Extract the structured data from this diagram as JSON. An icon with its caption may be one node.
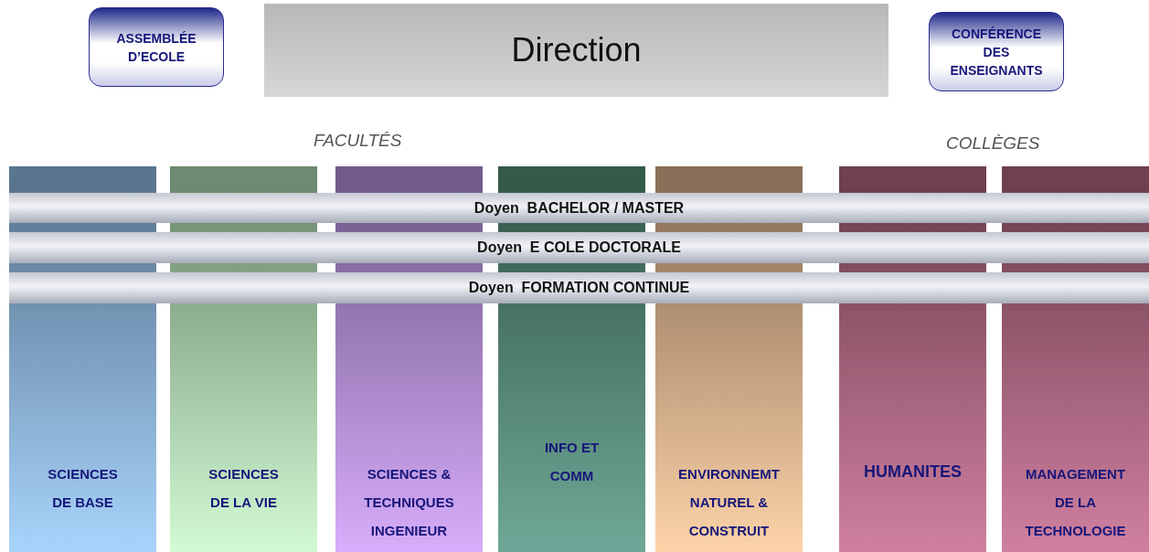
{
  "diagram": {
    "nodes": [
      {
        "text": [
          "ASSEMBLÉE D’ECOLE"
        ]
      },
      {
        "text": [
          "Direction"
        ]
      },
      {
        "text": [
          "CONFÉRENCE DES ENSEIGNANTS"
        ]
      },
      {
        "text": [
          "SCIENCES DE BASE"
        ]
      },
      {
        "text": [
          "SCIENCES DE LA VIE"
        ]
      },
      {
        "text": [
          "SCIENCES & TECHNIQUES INGENIEUR"
        ]
      },
      {
        "text": [
          "INFO ET COMM"
        ]
      },
      {
        "text": [
          "ENVIRONNEMT NATUREL & CONSTRUIT"
        ]
      },
      {
        "text": [
          "HUMANITES"
        ]
      },
      {
        "text": [
          "MANAGEMENT DE LA TECHNOLOGIE"
        ]
      },
      {
        "text": [
          "Doyen  BACHELOR / MASTER"
        ]
      },
      {
        "text": [
          "Doyen  E COLE DOCTORALE"
        ]
      },
      {
        "text": [
          "Doyen  FORMATION CONTINUE"
        ]
      }
    ],
    "labels": [
      "FACULTÉS",
      "COLLÈGES"
    ]
  }
}
